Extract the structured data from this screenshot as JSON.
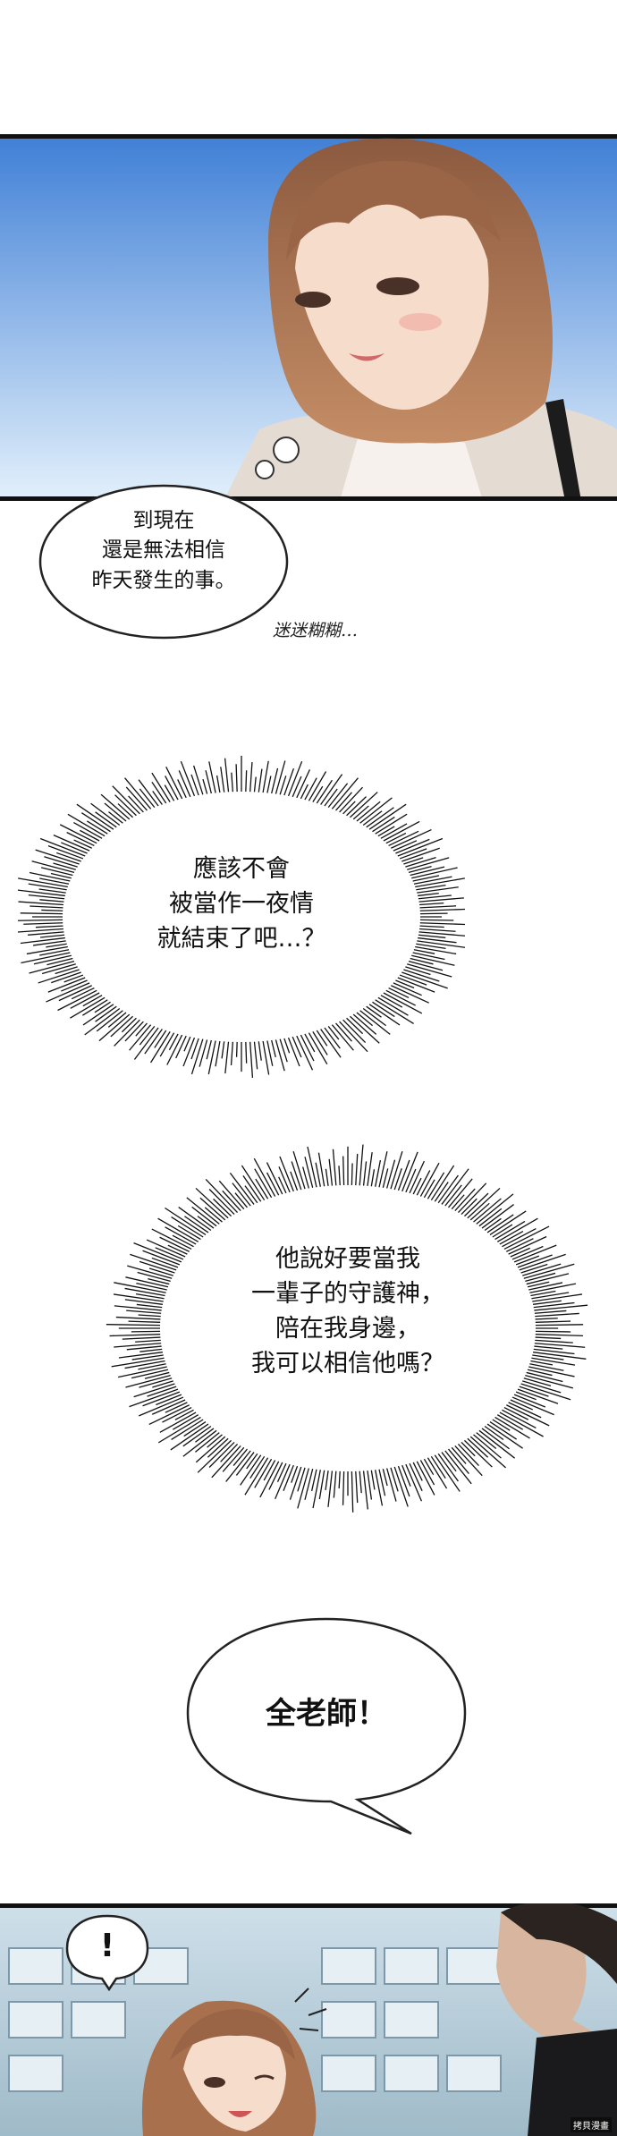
{
  "panel1": {
    "speech_bubble": {
      "lines": [
        "到現在",
        "還是無法相信",
        "昨天發生的事。"
      ]
    },
    "sfx": "迷迷糊糊…"
  },
  "thought1": {
    "lines": [
      "應該不會",
      "被當作一夜情",
      "就結束了吧…？"
    ]
  },
  "thought2": {
    "lines": [
      "他說好要當我",
      "一輩子的守護神，",
      "陪在我身邊，",
      "我可以相信他嗎？"
    ]
  },
  "shout": {
    "text": "全老師！"
  },
  "panel2": {
    "exclaim": "!",
    "watermark": "拷貝漫畫"
  },
  "colors": {
    "sky_top": "#3f7fd6",
    "sky_bottom": "#dfeefb",
    "hair": "#a9704e",
    "skin": "#f6dccb",
    "panel_border": "#111111"
  }
}
